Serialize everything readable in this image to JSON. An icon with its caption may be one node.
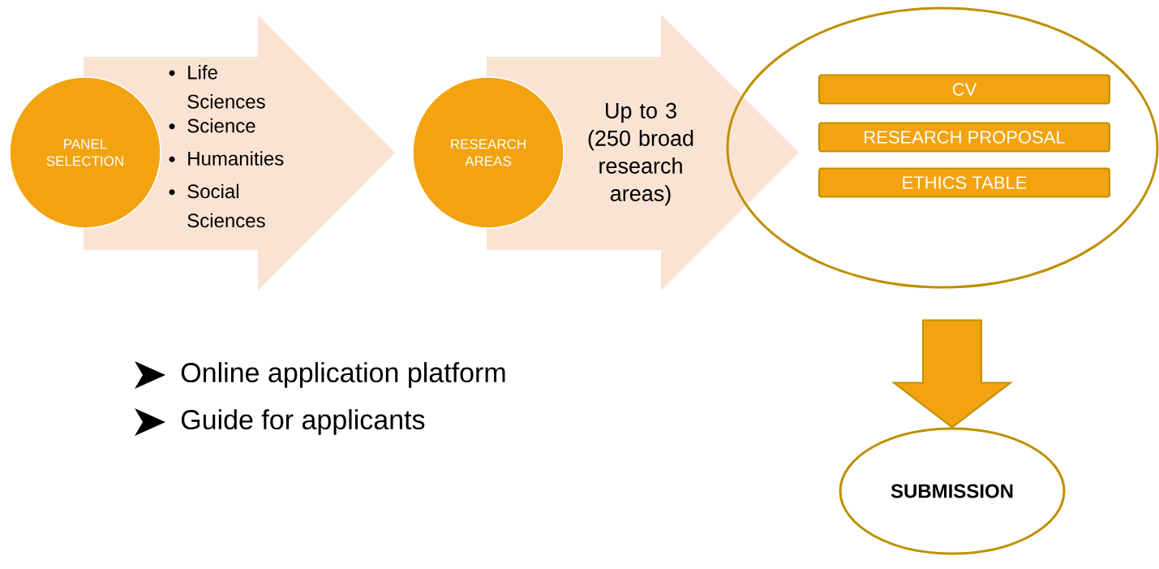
{
  "diagram": {
    "nodes": [
      {
        "text": [
          "Life Sciences",
          "Science",
          "Humanities",
          "Social Sciences"
        ]
      },
      {
        "text": [
          "PANEL SELECTION"
        ]
      },
      {
        "text": [
          "Up to 3 (250 broad research areas)"
        ]
      },
      {
        "text": [
          "RESEARCH AREAS"
        ]
      },
      {
        "text": [],
        "shape": "ellipse"
      },
      {
        "text": [
          "CV"
        ],
        "in": 4
      },
      {
        "text": [
          "RESEARCH PROPOSAL"
        ],
        "in": 4
      },
      {
        "text": [
          "ETHICS TABLE"
        ],
        "in": 4
      },
      {
        "text": [
          "SUBMISSION"
        ]
      }
    ],
    "edges": [
      {
        "from": 4,
        "to": 8,
        "arrow": "to"
      }
    ],
    "labels": [
      "Online application platform",
      "Guide for applicants"
    ]
  }
}
